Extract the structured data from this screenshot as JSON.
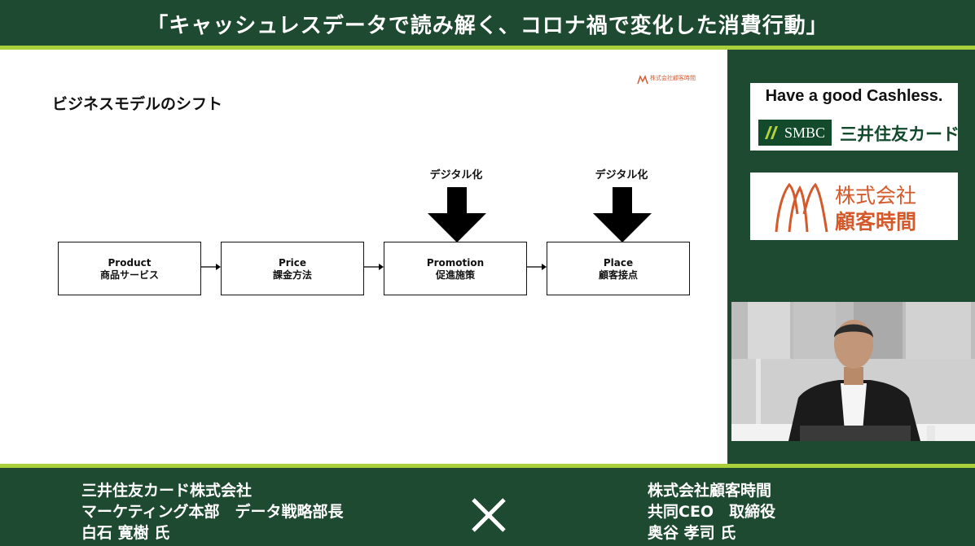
{
  "header": {
    "title": "「キャッシュレスデータで読み解く、コロナ禍で変化した消費行動」"
  },
  "slide": {
    "title": "ビジネスモデルのシフト",
    "logo_text": "株式会社顧客時間",
    "digital_labels": [
      "デジタル化",
      "デジタル化"
    ],
    "boxes": [
      {
        "en": "Product",
        "jp": "商品サービス"
      },
      {
        "en": "Price",
        "jp": "課金方法"
      },
      {
        "en": "Promotion",
        "jp": "促進施策"
      },
      {
        "en": "Place",
        "jp": "顧客接点"
      }
    ]
  },
  "sponsors": {
    "tagline": "Have a good Cashless.",
    "smbc": "SMBC",
    "smbc_jp": "三井住友カード",
    "kokyaku_line1": "株式会社",
    "kokyaku_line2": "顧客時間"
  },
  "footer": {
    "left": [
      "三井住友カード株式会社",
      "マーケティング本部　データ戦略部長",
      "白石 寛樹 氏"
    ],
    "right": [
      "株式会社顧客時間",
      "共同CEO　取締役",
      "奥谷 孝司 氏"
    ]
  },
  "colors": {
    "brand_green": "#1f4a32",
    "accent_lime": "#a9cf3a",
    "kokyaku_orange": "#d45a2c"
  }
}
